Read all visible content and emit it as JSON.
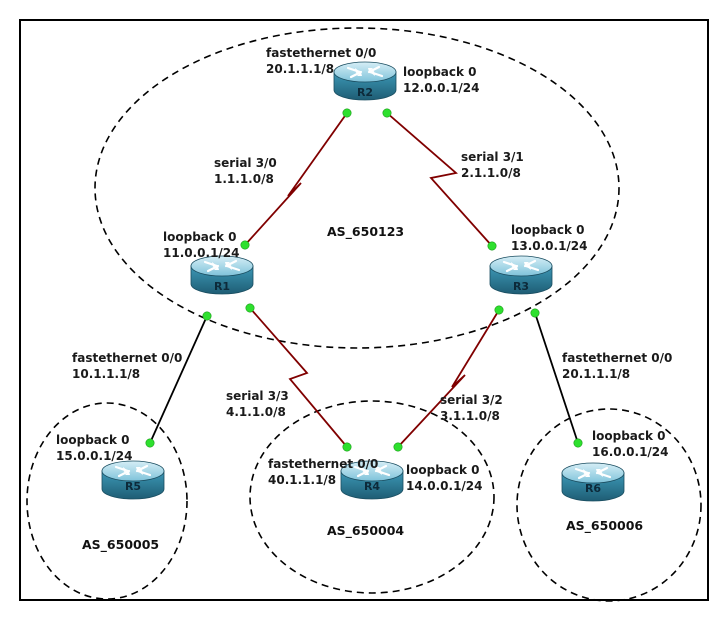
{
  "diagram": {
    "as_labels": {
      "as_main": "AS_650123",
      "as_left": "AS_650005",
      "as_mid": "AS_650004",
      "as_right": "AS_650006"
    },
    "routers": {
      "r2": "R2",
      "r1": "R1",
      "r3": "R3",
      "r5": "R5",
      "r4": "R4",
      "r6": "R6"
    },
    "labels": {
      "r2_fe_name": "fastethernet 0/0",
      "r2_fe_addr": "20.1.1.1/8",
      "r2_lo_name": "loopback 0",
      "r2_lo_addr": "12.0.0.1/24",
      "s30_name": "serial 3/0",
      "s30_addr": "1.1.1.0/8",
      "s31_name": "serial 3/1",
      "s31_addr": "2.1.1.0/8",
      "r1_lo_name": "loopback 0",
      "r1_lo_addr": "11.0.0.1/24",
      "r3_lo_name": "loopback 0",
      "r3_lo_addr": "13.0.0.1/24",
      "r1_fe_name": "fastethernet 0/0",
      "r1_fe_addr": "10.1.1.1/8",
      "s33_name": "serial 3/3",
      "s33_addr": "4.1.1.0/8",
      "s32_name": "serial 3/2",
      "s32_addr": "3.1.1.0/8",
      "r3_fe_name": "fastethernet 0/0",
      "r3_fe_addr": "20.1.1.1/8",
      "r5_lo_name": "loopback 0",
      "r5_lo_addr": "15.0.0.1/24",
      "r4_fe_name": "fastethernet 0/0",
      "r4_fe_addr": "40.1.1.1/8",
      "r4_lo_name": "loopback 0",
      "r4_lo_addr": "14.0.0.1/24",
      "r6_lo_name": "loopback 0",
      "r6_lo_addr": "16.0.0.1/24"
    },
    "colors": {
      "serial_link": "#800000",
      "ethernet_link": "#000000",
      "port_dot": "#2ee02e",
      "router_fill": "#2a7a96"
    }
  }
}
